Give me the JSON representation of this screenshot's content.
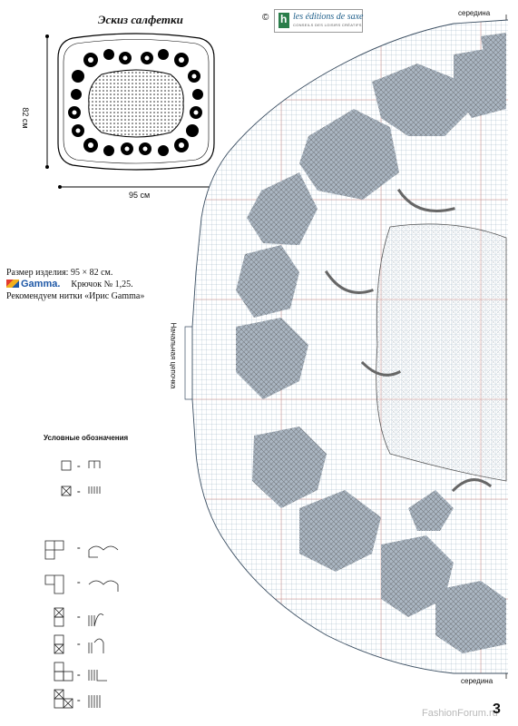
{
  "sketch": {
    "title": "Эскиз салфетки",
    "height_label": "82 см",
    "width_label": "95 см"
  },
  "brand": {
    "copyright": "©",
    "logo_letter": "h",
    "name": "les éditions de saxe",
    "tagline": "CONSEILS DES LOISIRS CRÉATIFS"
  },
  "info": {
    "size_line": "Размер изделия: 95 × 82 см.",
    "yarn_brand": "Gamma.",
    "hook_line": "Крючок № 1,25.",
    "recommend_line": "Рекомендуем нитки «Ирис Gamma»"
  },
  "legend": {
    "title": "Условные обозначения",
    "equals": "="
  },
  "chart": {
    "start_chain_label": "Начальная цепочка",
    "center_top_label": "середина",
    "center_bottom_label": "середина",
    "colors": {
      "grid": "#8fa9bf",
      "grid_red": "#d08b84",
      "filled": "#aab6c2",
      "cross": "#555555"
    }
  },
  "page": {
    "number": "3",
    "watermark": "FashionForum.ru"
  }
}
